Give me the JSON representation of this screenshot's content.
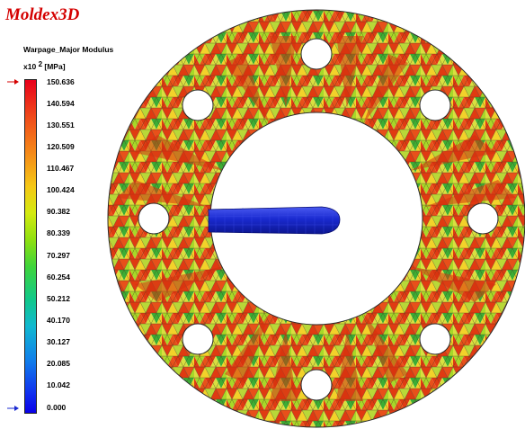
{
  "brand": {
    "name": "Moldex3D"
  },
  "legend": {
    "title": "Warpage_Major Modulus",
    "exponent_prefix": "x10",
    "exponent": "2",
    "unit": "[MPa]",
    "ticks": [
      "150.636",
      "140.594",
      "130.551",
      "120.509",
      "110.467",
      "100.424",
      "90.382",
      "80.339",
      "70.297",
      "60.254",
      "50.212",
      "40.170",
      "30.127",
      "20.085",
      "10.042",
      "0.000"
    ],
    "colors": {
      "max": "#e8001a",
      "mid": "#8fe010",
      "min": "#0a00e8",
      "arrow": "#d40000",
      "arrow_min": "#1a2ad0"
    }
  },
  "part": {
    "mesh_colors": [
      "#e03a12",
      "#f2d22a",
      "#a8d828",
      "#3cae34",
      "#d8e040"
    ],
    "runner_color": "#1a2ad0"
  }
}
